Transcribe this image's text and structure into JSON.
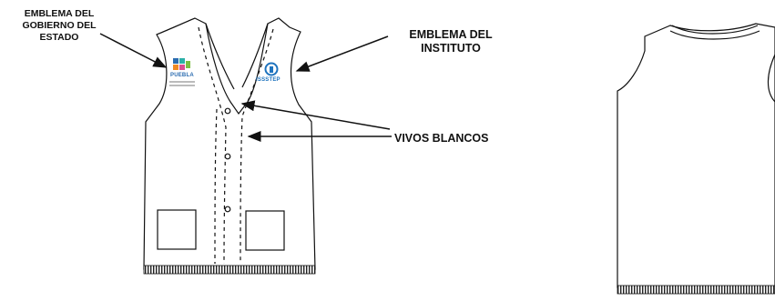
{
  "labels": {
    "gobierno": [
      "EMBLEMA DEL",
      "GOBIERNO DEL",
      "ESTADO"
    ],
    "instituto": [
      "EMBLEMA DEL",
      "INSTITUTO"
    ],
    "vivos": "VIVOS BLANCOS"
  },
  "emblems": {
    "state_text": "PUEBLA",
    "institute_text": "ISSSTEP"
  },
  "colors": {
    "ink": "#111111",
    "puebla_blue": "#2b6cb0",
    "puebla_orange": "#f08a24",
    "issstep_blue": "#1e73be"
  }
}
